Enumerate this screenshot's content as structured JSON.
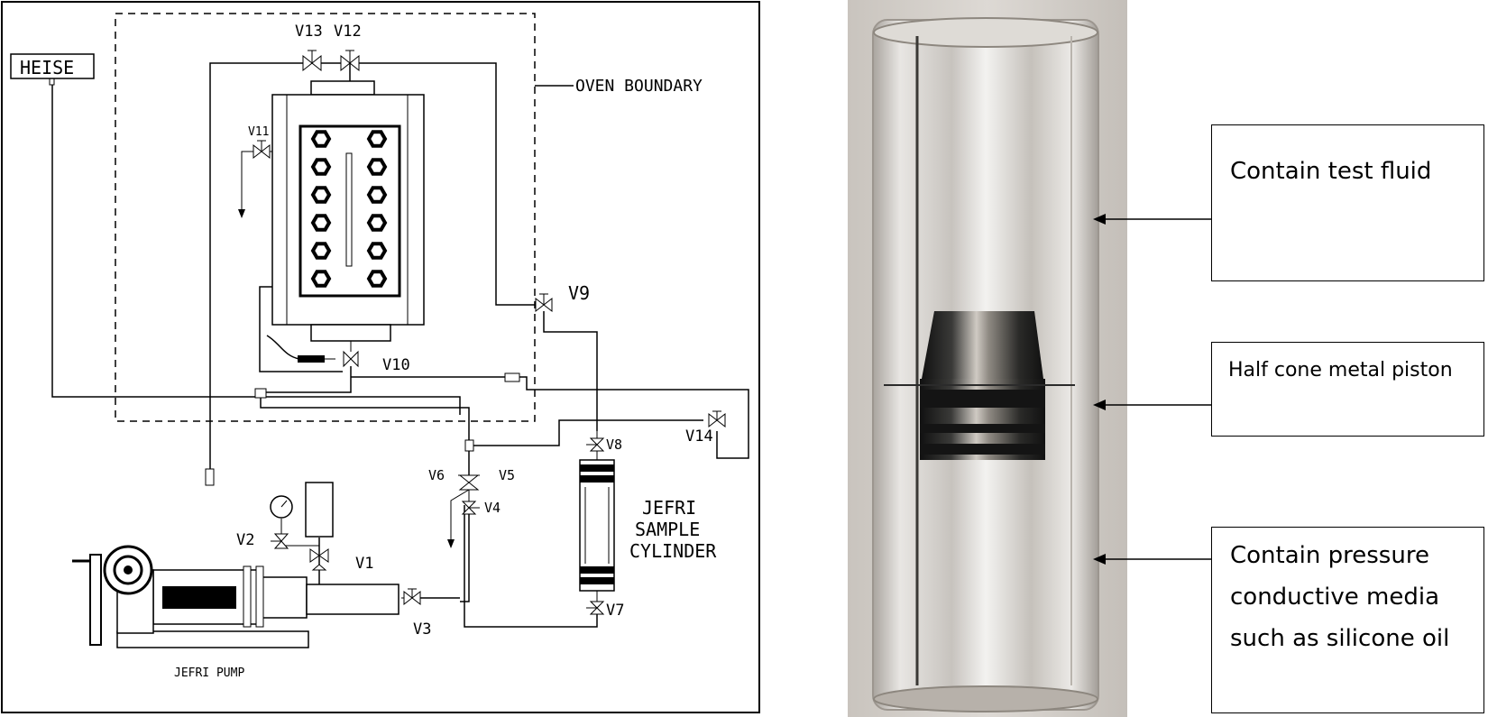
{
  "schematic": {
    "heise_label": "HEISE",
    "oven_label": "OVEN  BOUNDARY",
    "pump_label": "JEFRI  PUMP",
    "cylinder_label": [
      "JEFRI",
      "SAMPLE",
      "CYLINDER"
    ],
    "valves": {
      "v1": "V1",
      "v2": "V2",
      "v3": "V3",
      "v4": "V4",
      "v5": "V5",
      "v6": "V6",
      "v7": "V7",
      "v8": "V8",
      "v9": "V9",
      "v10": "V10",
      "v11": "V11",
      "v12": "V12",
      "v13": "V13",
      "v14": "V14"
    }
  },
  "callouts": {
    "top": [
      "Contain test fluid"
    ],
    "middle": [
      "Half cone metal piston"
    ],
    "bottom": [
      "Contain pressure",
      "conductive media",
      "such as silicone oil"
    ]
  }
}
